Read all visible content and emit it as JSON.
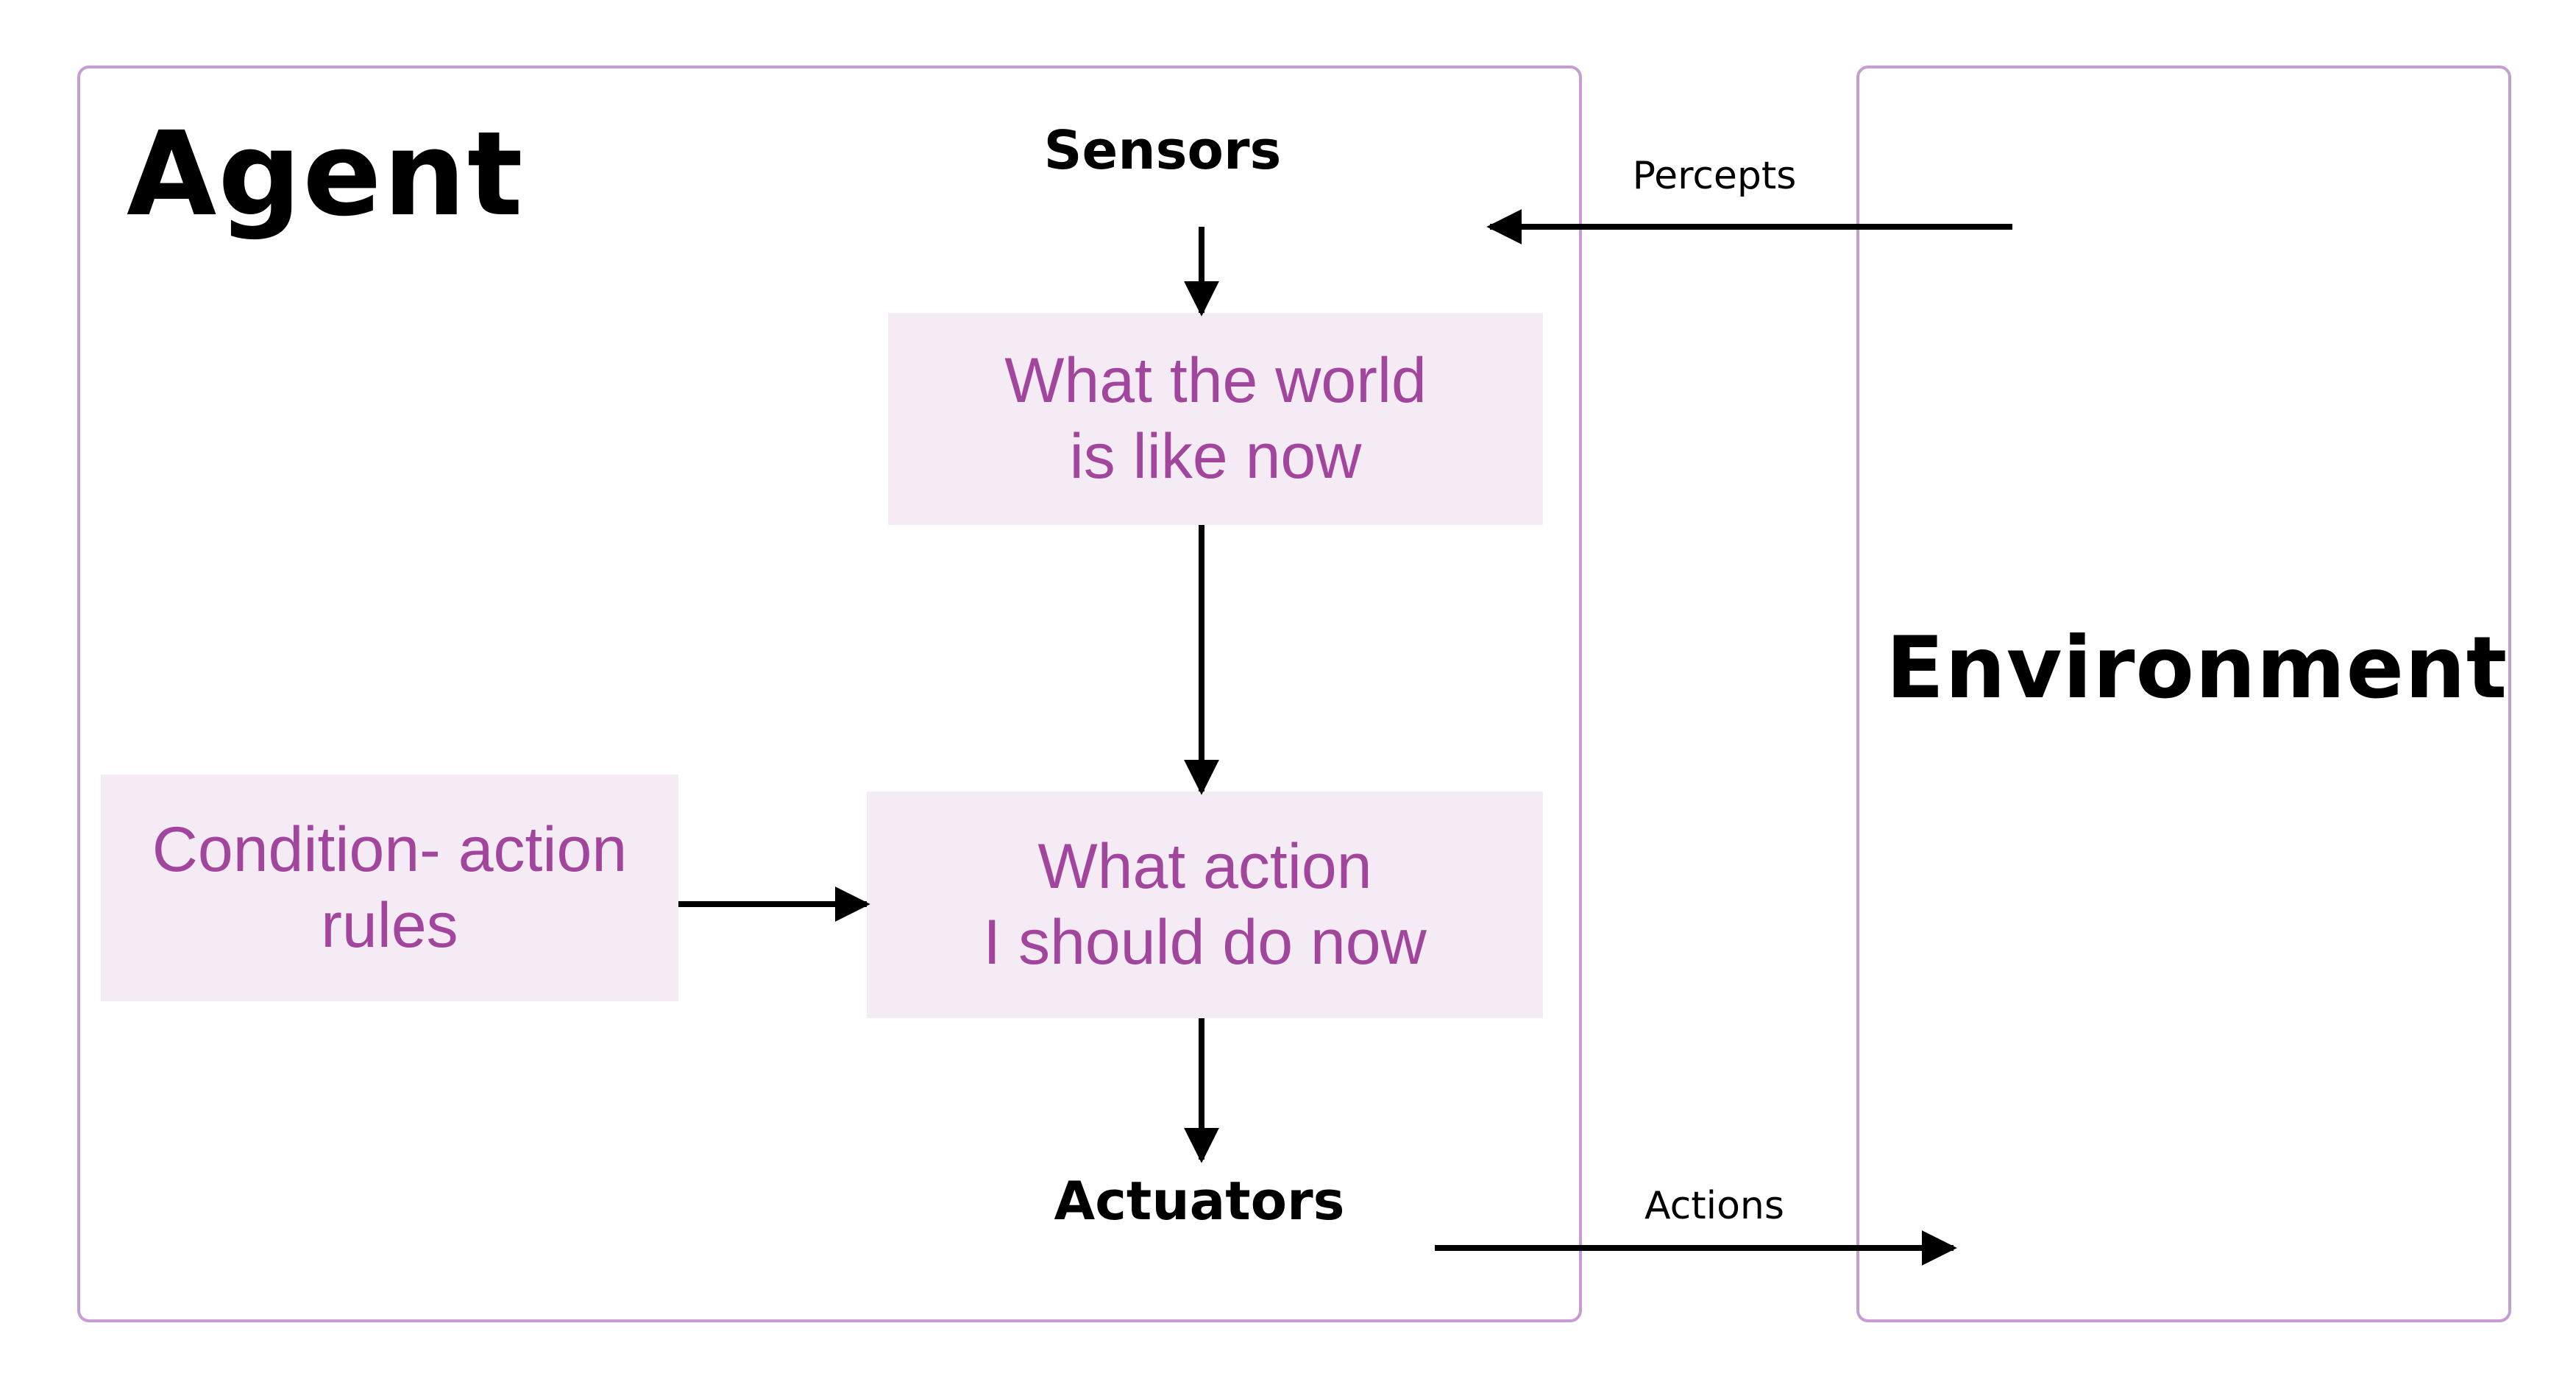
{
  "agent": {
    "title": "Agent",
    "sensors_label": "Sensors",
    "actuators_label": "Actuators",
    "world_state_box": "What the world\nis like now",
    "action_box": "What action\nI should do now",
    "rules_box": "Condition- action\nrules"
  },
  "environment": {
    "title": "Environment"
  },
  "flows": {
    "percepts_label": "Percepts",
    "actions_label": "Actions"
  },
  "colors": {
    "frame_border": "#c79bd3",
    "box_fill": "#f4ebf4",
    "box_text": "#a2459c",
    "arrow": "#000000"
  }
}
